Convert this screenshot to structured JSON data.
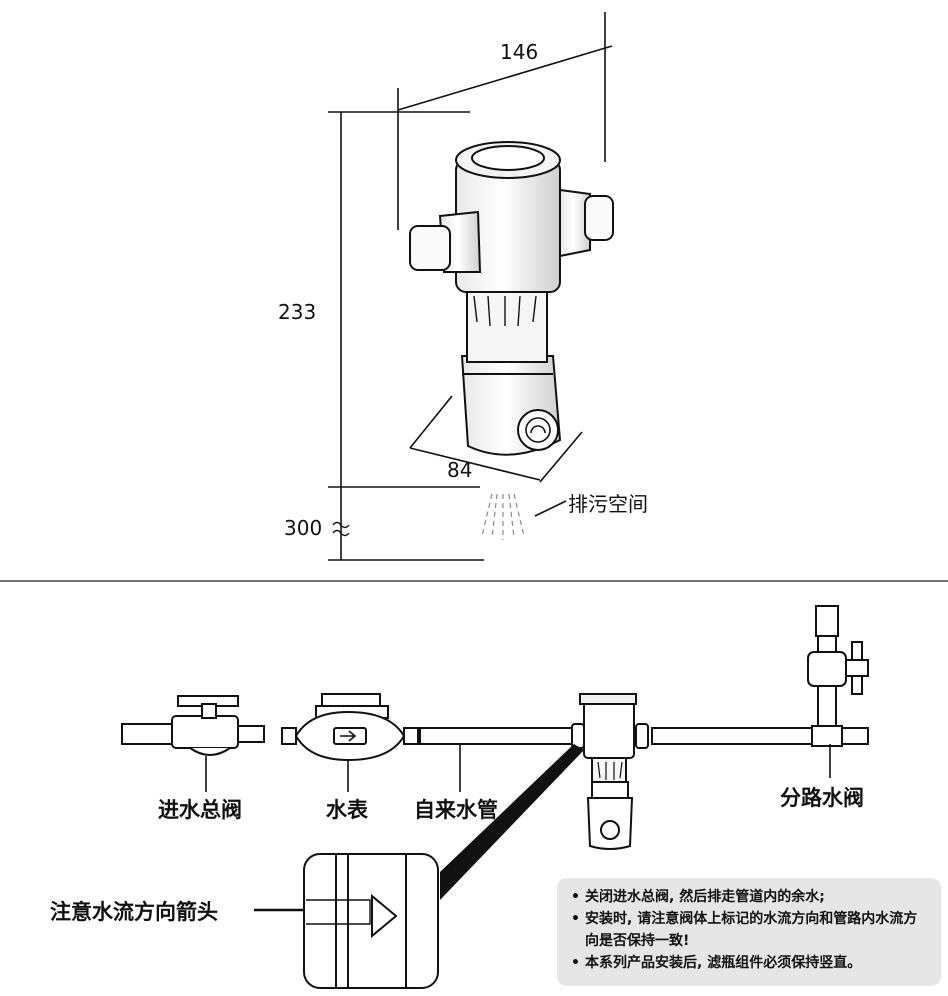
{
  "dimensions": {
    "width_label": "146",
    "height_label": "233",
    "depth_label": "84",
    "clearance_label": "300",
    "drain_label": "排污空间"
  },
  "installation": {
    "inlet_valve_label": "进水总阀",
    "meter_label": "水表",
    "pipe_label": "自来水管",
    "branch_valve_label": "分路水阀",
    "arrow_note_label": "注意水流方向箭头"
  },
  "notes": [
    "关闭进水总阀, 然后排走管道内的余水;",
    "安装时, 请注意阀体上标记的水流方向和管路内水流方向是否保持一致!",
    "本系列产品安装后, 滤瓶组件必须保持竖直。"
  ]
}
